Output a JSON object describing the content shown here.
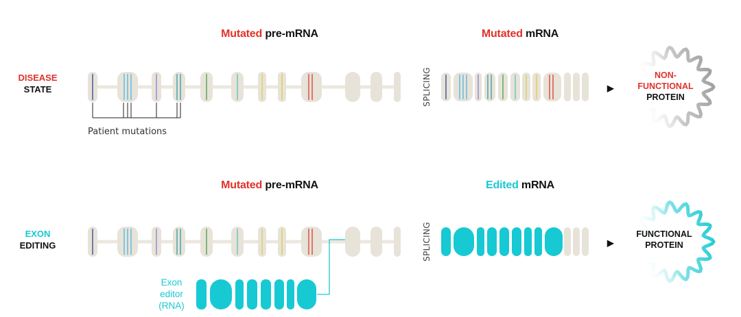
{
  "colors": {
    "red": "#e0322a",
    "teal": "#17c9d3",
    "dark": "#111111",
    "exon": "#e7e3d9",
    "intron": "#ece8df",
    "mutations": [
      "#3d4f8f",
      "#5ab7df",
      "#8b86cc",
      "#3f9fa8",
      "#52a552",
      "#68c3b8",
      "#d9d25a",
      "#e4cc49",
      "#d9463c"
    ]
  },
  "disease": {
    "label_line1": "DISEASE",
    "label_line2": "STATE",
    "premrna_highlight": "Mutated",
    "premrna_rest": " pre-mRNA",
    "mrna_highlight": "Mutated",
    "mrna_rest": " mRNA",
    "splicing": "SPLICING",
    "patient_mutations": "Patient mutations",
    "protein_line1": "NON-",
    "protein_line2": "FUNCTIONAL",
    "protein_line3": "PROTEIN",
    "arrow": "▶"
  },
  "editing": {
    "label_line1": "EXON",
    "label_line2": "EDITING",
    "premrna_highlight": "Mutated",
    "premrna_rest": " pre-mRNA",
    "mrna_highlight": "Edited",
    "mrna_rest": " mRNA",
    "splicing": "SPLICING",
    "editor_line1": "Exon",
    "editor_line2": "editor",
    "editor_line3": "(RNA)",
    "protein_line1": "FUNCTIONAL",
    "protein_line2": "PROTEIN",
    "arrow": "▶"
  }
}
